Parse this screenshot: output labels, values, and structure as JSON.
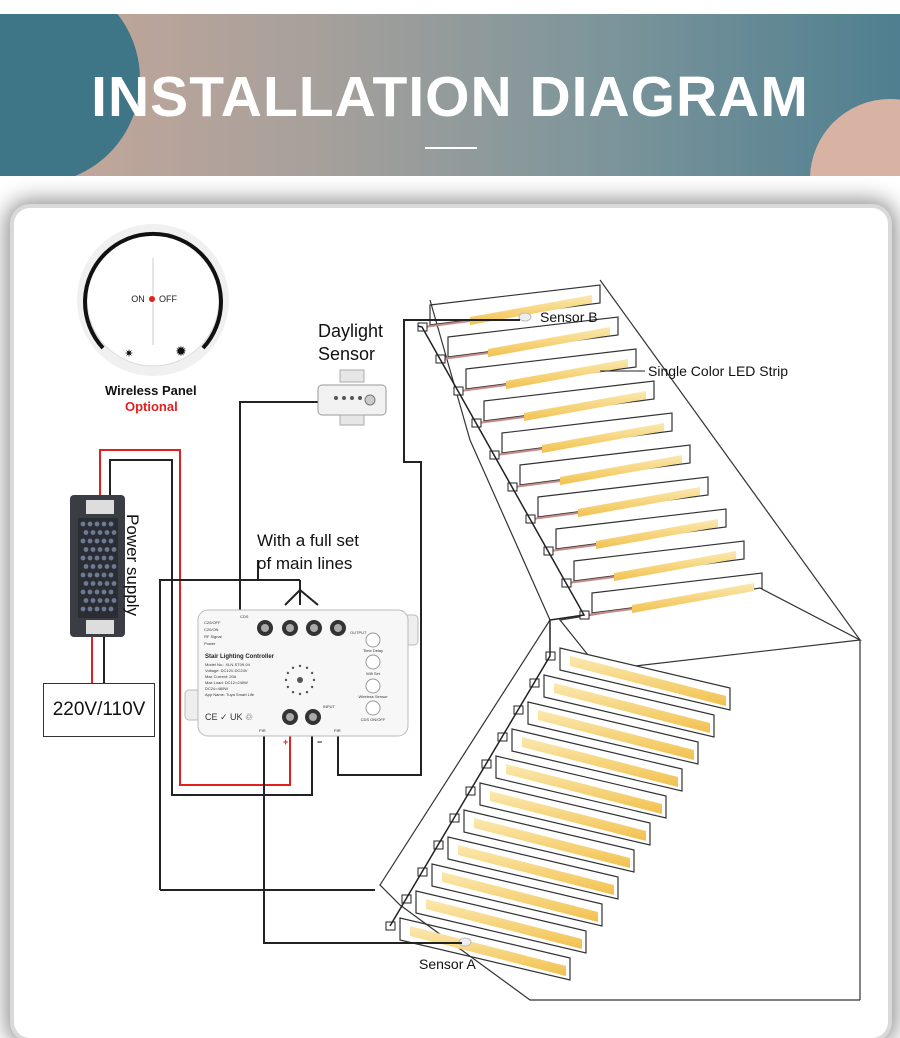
{
  "header": {
    "title": "INSTALLATION DIAGRAM"
  },
  "labels": {
    "wireless_panel": "Wireless Panel",
    "optional": "Optional",
    "daylight_sensor_1": "Daylight",
    "daylight_sensor_2": "Sensor",
    "power_supply": "Power supply",
    "main_lines_1": "With a full set",
    "main_lines_2": "of main lines",
    "mains_voltage": "220V/110V",
    "sensor_a": "Sensor A",
    "sensor_b": "Sensor B",
    "led_strip": "Single Color LED Strip"
  },
  "wireless_panel_switch": {
    "on": "ON",
    "off": "OFF"
  },
  "controller": {
    "title": "Stair Lighting Controller",
    "left_labels": [
      "C20/OFF",
      "C20/ON",
      "RF Signal",
      "Power"
    ],
    "info": [
      "Model No.: XLN-ST09-04",
      "Voltage: DC12V-DC24V",
      "Max Current: 20A",
      "Max Load: DC12=240W",
      "DC24=480W",
      "App Name: Tuya Smart Life"
    ],
    "right_labels": [
      "Time Delay",
      "Wifi Set",
      "Wireless Sensor",
      "CDS ON/OFF"
    ],
    "output_label": "OUTPUT",
    "input_label": "INPUT",
    "pir_left": "PIR",
    "pir_right": "PIR",
    "plus": "+",
    "minus": "−",
    "cds": "CDS"
  },
  "colors": {
    "power_line": "#e32020",
    "signal_line": "#222222",
    "led_glow": "#f2c14e",
    "optional_text": "#e32020"
  }
}
